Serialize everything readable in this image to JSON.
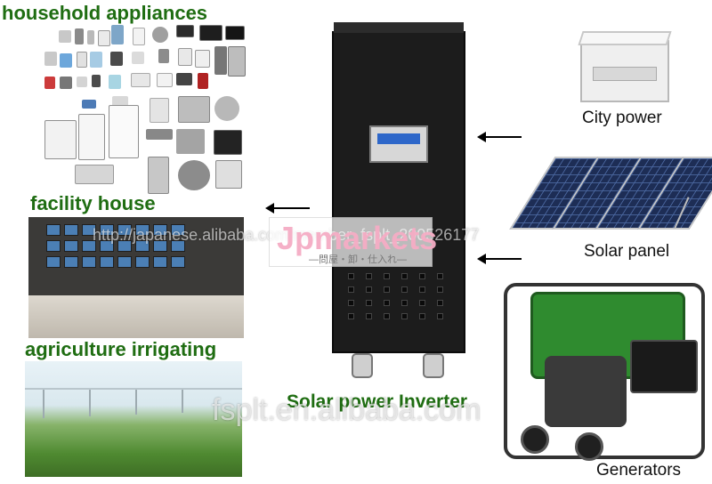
{
  "labels": {
    "household_appliances": "household appliances",
    "facility_house": "facility house",
    "agriculture_irrigating": "agriculture irrigating",
    "city_power": "City power",
    "solar_panel": "Solar panel",
    "generators": "Generators",
    "inverter_title": "Solar power Inverter"
  },
  "watermarks": {
    "url": "http://japanese.alibaba.com/member_fsplt_200526177",
    "domain": "fsplt.en.alibaba.com",
    "logo_text": "Jpmarkets",
    "logo_subtitle": "—問屋・卸・仕入れ—"
  },
  "colors": {
    "title_green": "#1f6d12",
    "inverter": "#1c1c1c",
    "generator_green": "#2f8b2f",
    "solar_blue": "#1d2d55"
  },
  "icons": [
    "appliance-icons",
    "solar-panel-icon",
    "breaker-box-icon",
    "generator-icon"
  ]
}
